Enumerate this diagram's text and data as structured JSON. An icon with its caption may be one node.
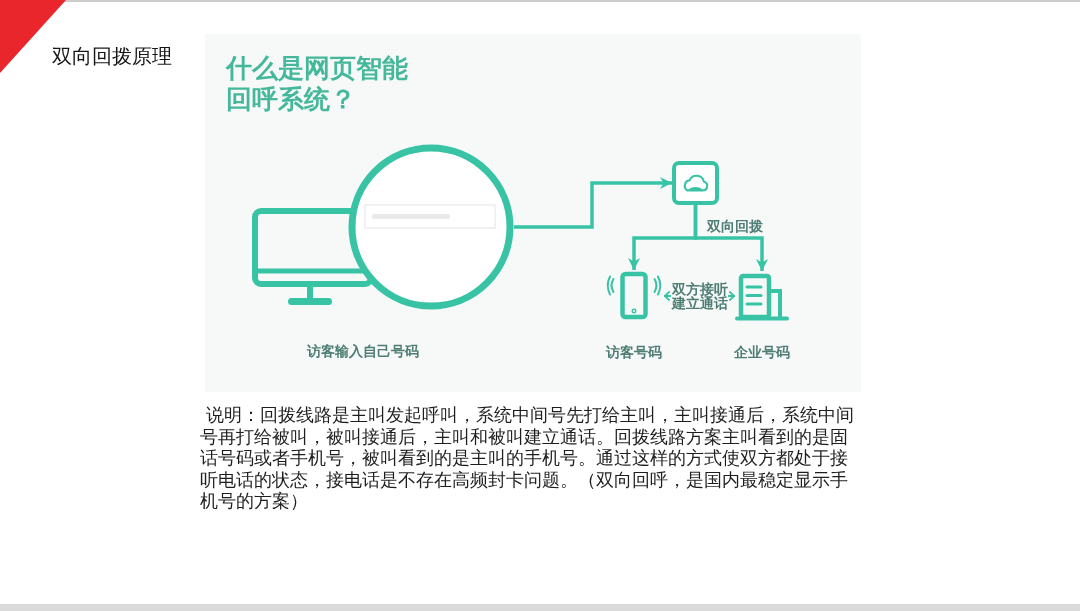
{
  "diagram": {
    "title": "双向回拨原理",
    "caption": "说明：回拨线路是主叫发起呼叫，系统中间号先打给主叫，主叫接通后，系统中间号再打给被叫，被叫接通后，主叫和被叫建立通话。回拨线路方案主叫看到的是固话号码或者手机号，被叫看到的是主叫的手机号。通过这样的方式使双方都处于接听电话的状态，接电话是不存在高频封卡问题。（双向回呼，是国内最稳定显示手机号的方案）",
    "nodes": [
      {
        "text": [],
        "shape": "picture",
        "beside": [
          "访客输入自己号码"
        ]
      },
      {
        "text": [],
        "shape": "box"
      },
      {
        "text": [],
        "shape": "picture",
        "beside": [
          "访客号码"
        ]
      },
      {
        "text": [],
        "shape": "picture",
        "beside": [
          "企业号码"
        ]
      }
    ],
    "edges": [
      {
        "from": 0,
        "to": 1,
        "arrow": "to"
      },
      {
        "from": 1,
        "to": 2,
        "arrow": "to"
      },
      {
        "from": 1,
        "to": 3,
        "arrow": "to",
        "label": "双向回拨"
      },
      {
        "from": 2,
        "to": 3,
        "arrow": "both",
        "label": "双方接听建立通话"
      }
    ],
    "labels": [
      "什么是网页智能回呼系统？"
    ]
  }
}
